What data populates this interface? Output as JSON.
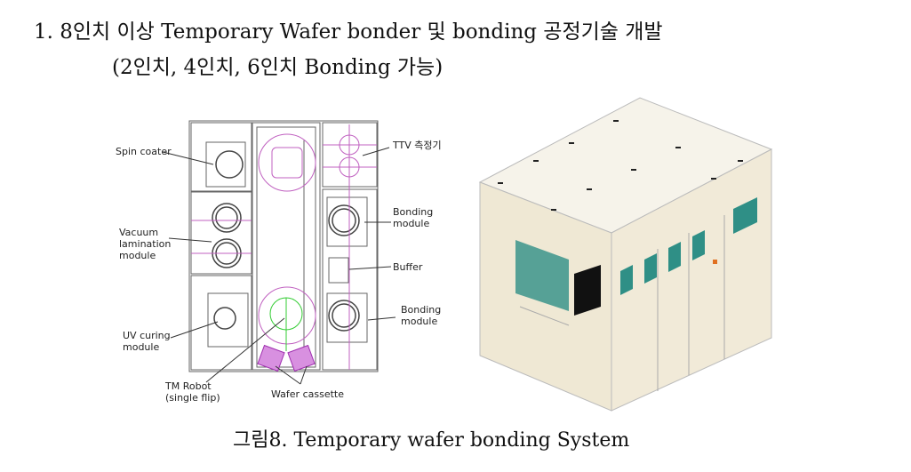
{
  "heading": {
    "line1": "1. 8인치 이상 Temporary Wafer bonder 및 bonding 공정기술 개발",
    "line2": "(2인치, 4인치, 6인치 Bonding 가능)"
  },
  "diagram": {
    "labels": {
      "spin_coater": "Spin coater",
      "vacuum_lamination": "Vacuum\nlamination\nmodule",
      "uv_curing": "UV curing\nmodule",
      "tm_robot": "TM Robot\n(single flip)",
      "wafer_cassette": "Wafer cassette",
      "ttv": "TTV 측정기",
      "bonding_module_1": "Bonding\nmodule",
      "buffer": "Buffer",
      "bonding_module_2": "Bonding\nmodule"
    }
  },
  "caption": "그림8. Temporary wafer bonding System",
  "colors": {
    "panel": "#efe9d8",
    "window": "#2f8f86",
    "line": "#555555",
    "magenta": "#c060c0"
  }
}
